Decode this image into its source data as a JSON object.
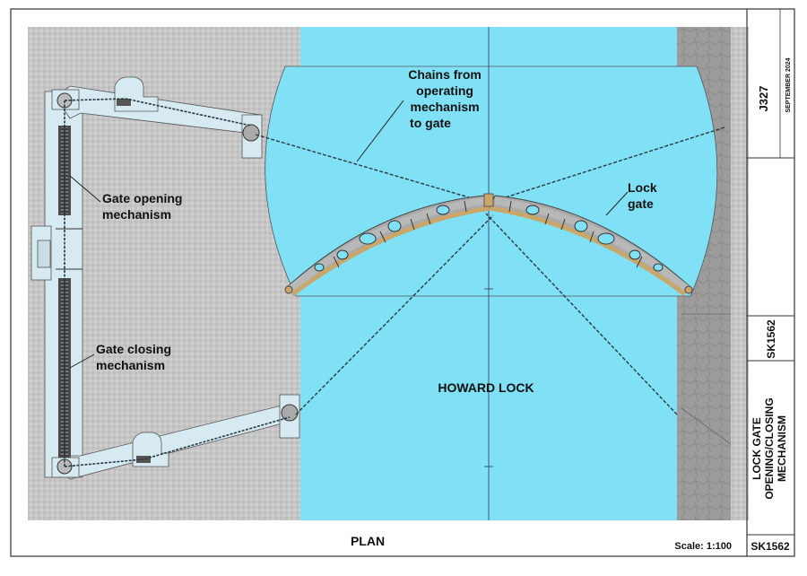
{
  "drawing": {
    "labels": {
      "chains": [
        "Chains from",
        "operating",
        "mechanism",
        "to gate"
      ],
      "opening": [
        "Gate opening",
        "mechanism"
      ],
      "closing": [
        "Gate closing",
        "mechanism"
      ],
      "gate": [
        "Lock",
        "gate"
      ],
      "lock_name": "HOWARD LOCK"
    },
    "view_title": "PLAN",
    "scale": "Scale: 1:100"
  },
  "title_block": {
    "job": "J327",
    "date": "SEPTEMBER 2024",
    "sheet_ref": "SK1562",
    "title_lines": [
      "LOCK GATE",
      "OPENING/CLOSING",
      "MECHANISM"
    ],
    "drawing_no": "SK1562"
  },
  "colors": {
    "water": "#80E0F5",
    "paving": "#C6C6C6",
    "stone": "#9C9C9C",
    "mechanism": "#D7EAF1",
    "gate": "#A9A9A9",
    "timber": "#C9A76B",
    "chain": "#2A3A45"
  }
}
